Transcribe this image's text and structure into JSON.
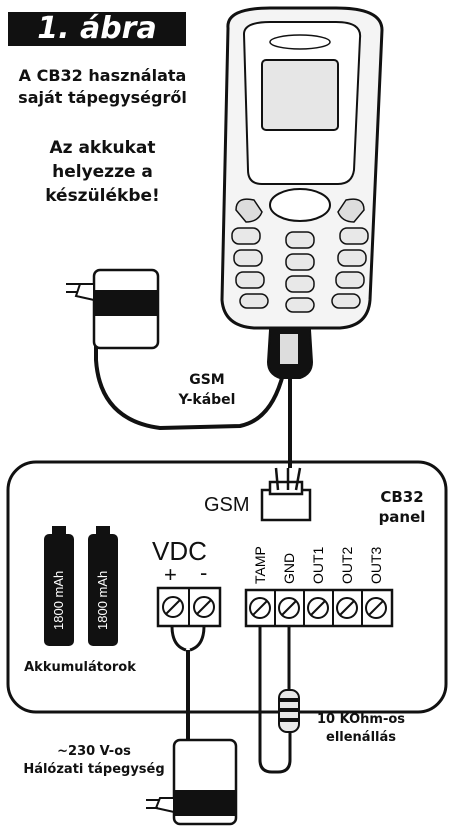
{
  "figure": {
    "title": "1. ábra",
    "subtitle_line1": "A CB32 használata",
    "subtitle_line2": "saját tápegységről",
    "note_line1": "Az akkukat",
    "note_line2": "helyezze a",
    "note_line3": "készülékbe!"
  },
  "cable": {
    "line1": "GSM",
    "line2": "Y-kábel"
  },
  "panel": {
    "name_line1": "CB32",
    "name_line2": "panel",
    "gsm_connector": "GSM",
    "vdc_label": "VDC",
    "plus": "+",
    "minus": "-",
    "terminals": [
      "TAMP",
      "GND",
      "OUT1",
      "OUT2",
      "OUT3"
    ],
    "battery_label": "1800 mAh",
    "batteries_caption": "Akkumulátorok"
  },
  "resistor": {
    "line1": "10 KOhm-os",
    "line2": "ellenállás"
  },
  "power_supply": {
    "line1": "~230 V-os",
    "line2": "Hálózati tápegység"
  }
}
